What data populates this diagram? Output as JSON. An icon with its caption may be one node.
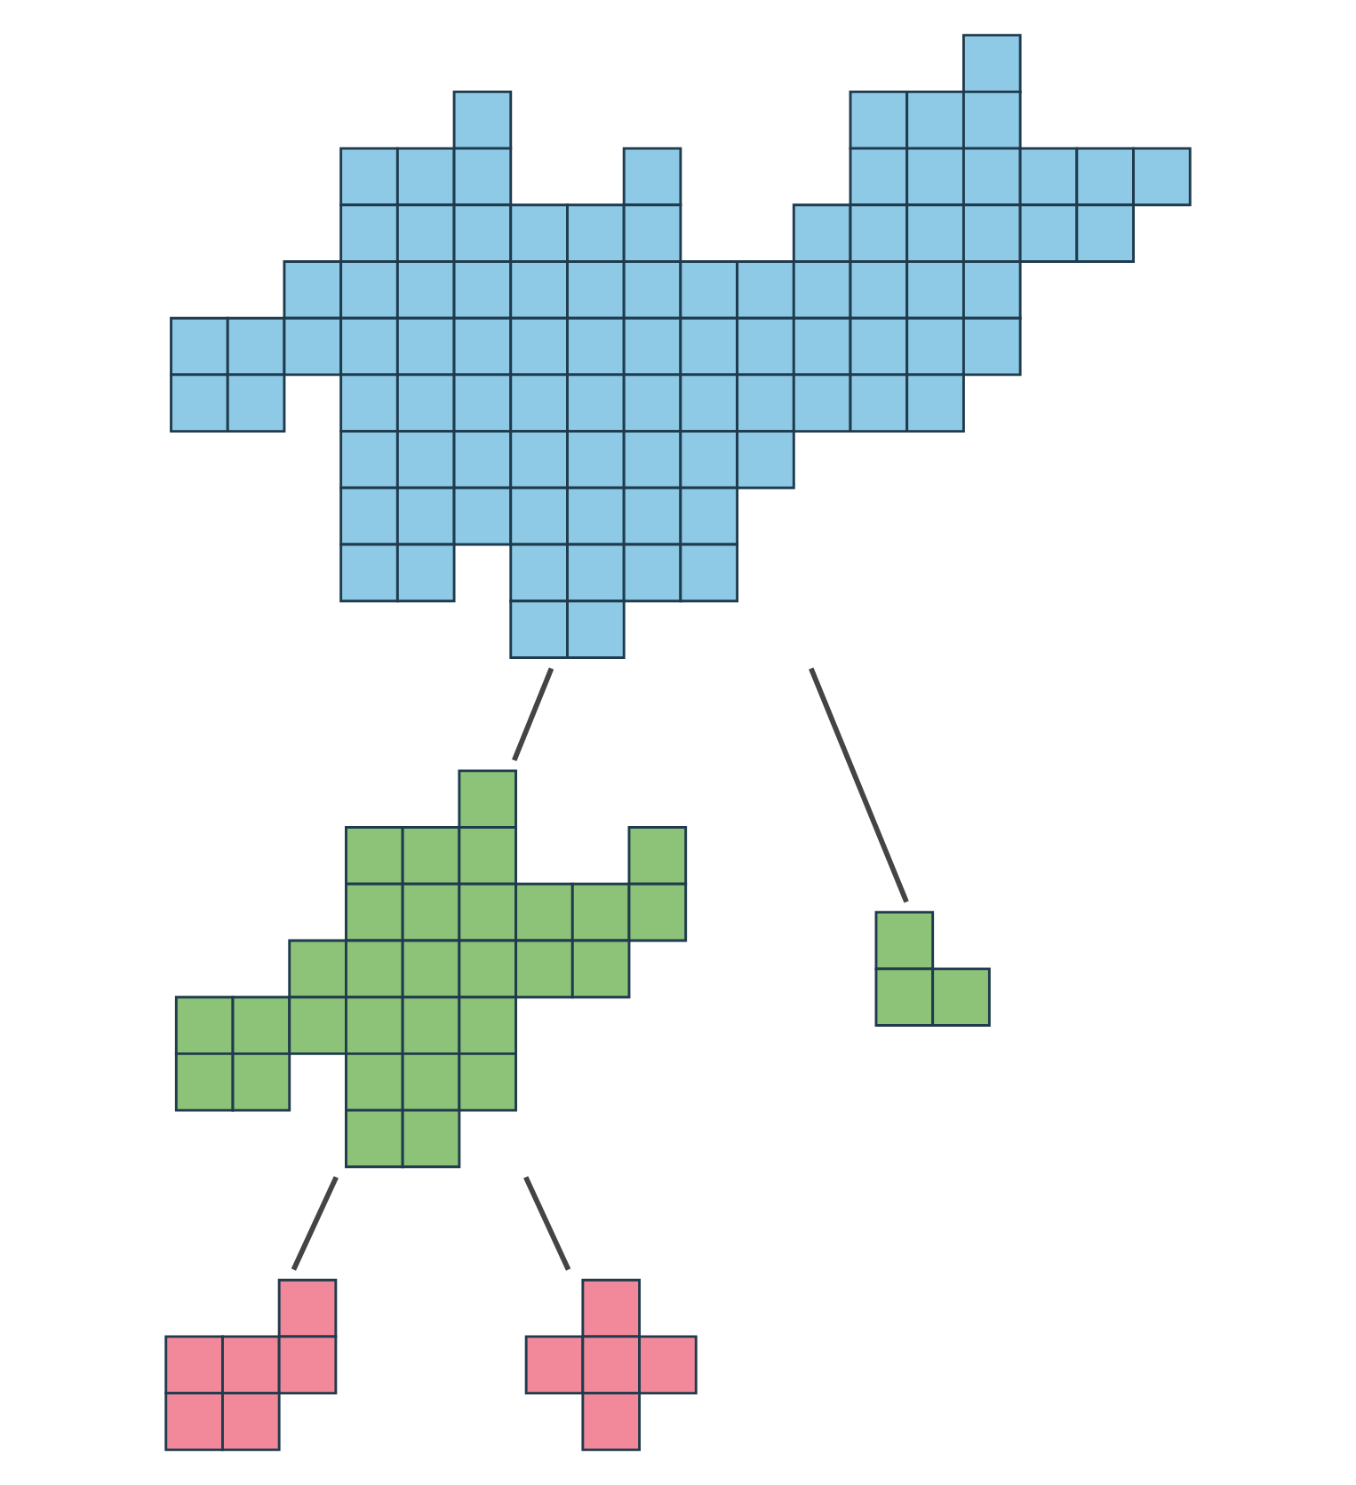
{
  "diagram": {
    "nodes": [
      {
        "text": [],
        "shape": "polyomino"
      },
      {
        "text": [],
        "shape": "polyomino"
      },
      {
        "text": [],
        "shape": "polyomino"
      },
      {
        "text": [],
        "shape": "polyomino"
      },
      {
        "text": [],
        "shape": "polyomino"
      }
    ],
    "edges": [
      {
        "from": 0,
        "to": 1,
        "arrow": "none"
      },
      {
        "from": 0,
        "to": 2,
        "arrow": "none"
      },
      {
        "from": 1,
        "to": 3,
        "arrow": "none"
      },
      {
        "from": 1,
        "to": 4,
        "arrow": "none"
      }
    ]
  }
}
